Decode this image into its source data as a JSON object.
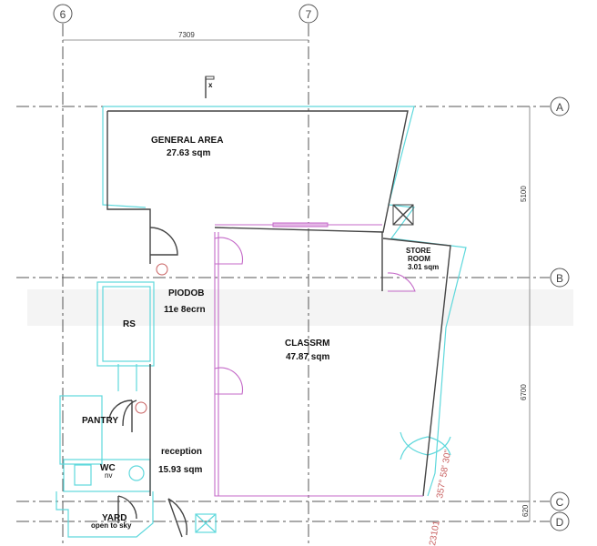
{
  "grid": {
    "columns": [
      "6",
      "7"
    ],
    "rows": [
      "A",
      "B",
      "C",
      "D"
    ]
  },
  "dimensions": {
    "top": "7309",
    "right_ab": "5100",
    "right_bc": "6700",
    "right_cd": "620",
    "bottom": "23101"
  },
  "bearing": "357° 58' 30\"",
  "marker": "x",
  "rooms": [
    {
      "name": "GENERAL AREA",
      "area": "27.63 sqm"
    },
    {
      "name": "STORE",
      "name2": "ROOM",
      "area": "3.01 sqm"
    },
    {
      "name": "CLASSRM",
      "area": "47.87 sqm"
    },
    {
      "name": "PIODOB",
      "area": "11e 8ecrn"
    },
    {
      "name": "RS"
    },
    {
      "name": "PANTRY"
    },
    {
      "name": "WC",
      "area": "nv"
    },
    {
      "name": "reception",
      "area": "15.93 sqm"
    },
    {
      "name": "YARD",
      "area": "open to sky"
    }
  ],
  "colors": {
    "walls": "#444444",
    "existing": "#5fd8dc",
    "new": "#c46ac8",
    "angle": "#c86060"
  }
}
